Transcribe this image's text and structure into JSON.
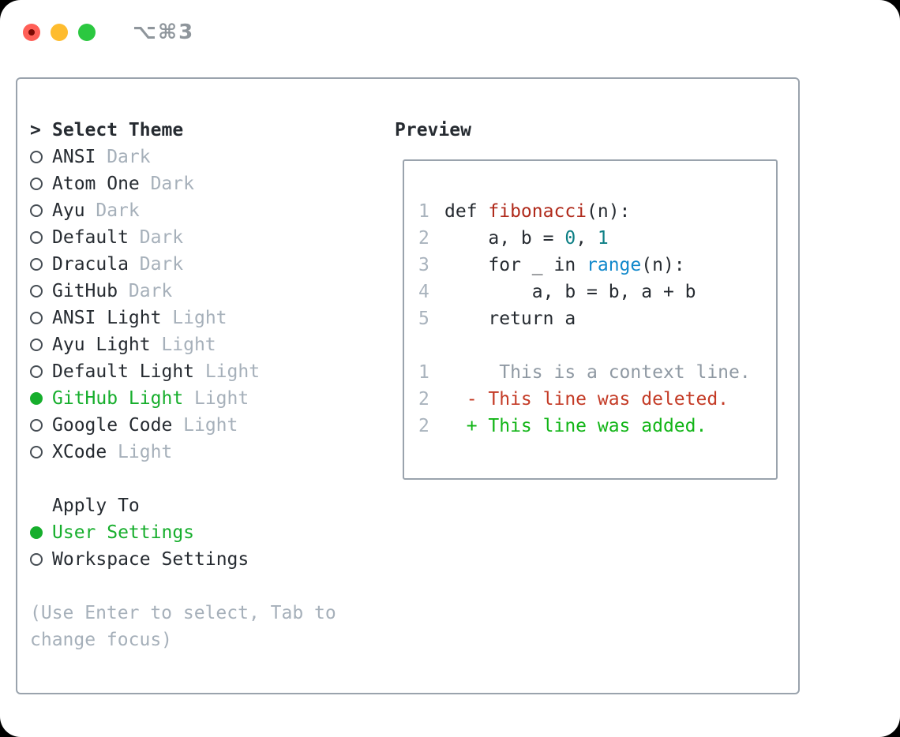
{
  "titlebar": {
    "title": "⌥⌘3",
    "buttons": [
      "close",
      "minimize",
      "zoom"
    ]
  },
  "theme_picker": {
    "header": {
      "prefix": ">",
      "label": "Select Theme"
    },
    "items": [
      {
        "label": "ANSI",
        "badge": "Dark",
        "selected": false
      },
      {
        "label": "Atom One",
        "badge": "Dark",
        "selected": false
      },
      {
        "label": "Ayu",
        "badge": "Dark",
        "selected": false
      },
      {
        "label": "Default",
        "badge": "Dark",
        "selected": false
      },
      {
        "label": "Dracula",
        "badge": "Dark",
        "selected": false
      },
      {
        "label": "GitHub",
        "badge": "Dark",
        "selected": false
      },
      {
        "label": "ANSI Light",
        "badge": "Light",
        "selected": false
      },
      {
        "label": "Ayu Light",
        "badge": "Light",
        "selected": false
      },
      {
        "label": "Default Light",
        "badge": "Light",
        "selected": false
      },
      {
        "label": "GitHub Light",
        "badge": "Light",
        "selected": true
      },
      {
        "label": "Google Code",
        "badge": "Light",
        "selected": false
      },
      {
        "label": "XCode",
        "badge": "Light",
        "selected": false
      }
    ],
    "apply_to": {
      "label": "Apply To",
      "options": [
        {
          "label": "User Settings",
          "selected": true
        },
        {
          "label": "Workspace Settings",
          "selected": false
        }
      ]
    },
    "hint_lines": [
      "(Use Enter to select, Tab to",
      "change focus)"
    ]
  },
  "preview": {
    "title": "Preview",
    "code_lines": [
      {
        "num": "1",
        "segments": [
          {
            "text": "def ",
            "c": "text"
          },
          {
            "text": "fibonacci",
            "c": "func"
          },
          {
            "text": "(n):",
            "c": "text"
          }
        ]
      },
      {
        "num": "2",
        "segments": [
          {
            "text": "    a, b = ",
            "c": "text"
          },
          {
            "text": "0",
            "c": "number"
          },
          {
            "text": ", ",
            "c": "text"
          },
          {
            "text": "1",
            "c": "number"
          }
        ]
      },
      {
        "num": "3",
        "segments": [
          {
            "text": "    for _ in ",
            "c": "text"
          },
          {
            "text": "range",
            "c": "builtin"
          },
          {
            "text": "(n):",
            "c": "text"
          }
        ]
      },
      {
        "num": "4",
        "segments": [
          {
            "text": "        a, b = b, a + b",
            "c": "text"
          }
        ]
      },
      {
        "num": "5",
        "segments": [
          {
            "text": "    return a",
            "c": "text"
          }
        ]
      },
      {
        "blank": true
      },
      {
        "num": "1",
        "segments": [
          {
            "text": "     This is a context line.",
            "c": "context"
          }
        ]
      },
      {
        "num": "2",
        "segments": [
          {
            "text": "  - This line was deleted.",
            "c": "deleted"
          }
        ]
      },
      {
        "num": "2",
        "segments": [
          {
            "text": "  + This line was added.",
            "c": "added"
          }
        ]
      }
    ]
  },
  "colors": {
    "accent_green": "#16ae2c",
    "added_green": "#12b517",
    "deleted_red": "#c43b26",
    "func_red": "#b02a1b",
    "builtin_blue": "#1088cb",
    "number_teal": "#0d7f85",
    "text_dark": "#262b31",
    "muted_gray": "#a6b0ba",
    "line_number_gray": "#a9b3bd",
    "context_gray": "#8f99a3",
    "border_gray": "#9aa3ad",
    "traffic_red": "#ff5f57",
    "traffic_yellow": "#febc2e",
    "traffic_green": "#2bc840"
  }
}
